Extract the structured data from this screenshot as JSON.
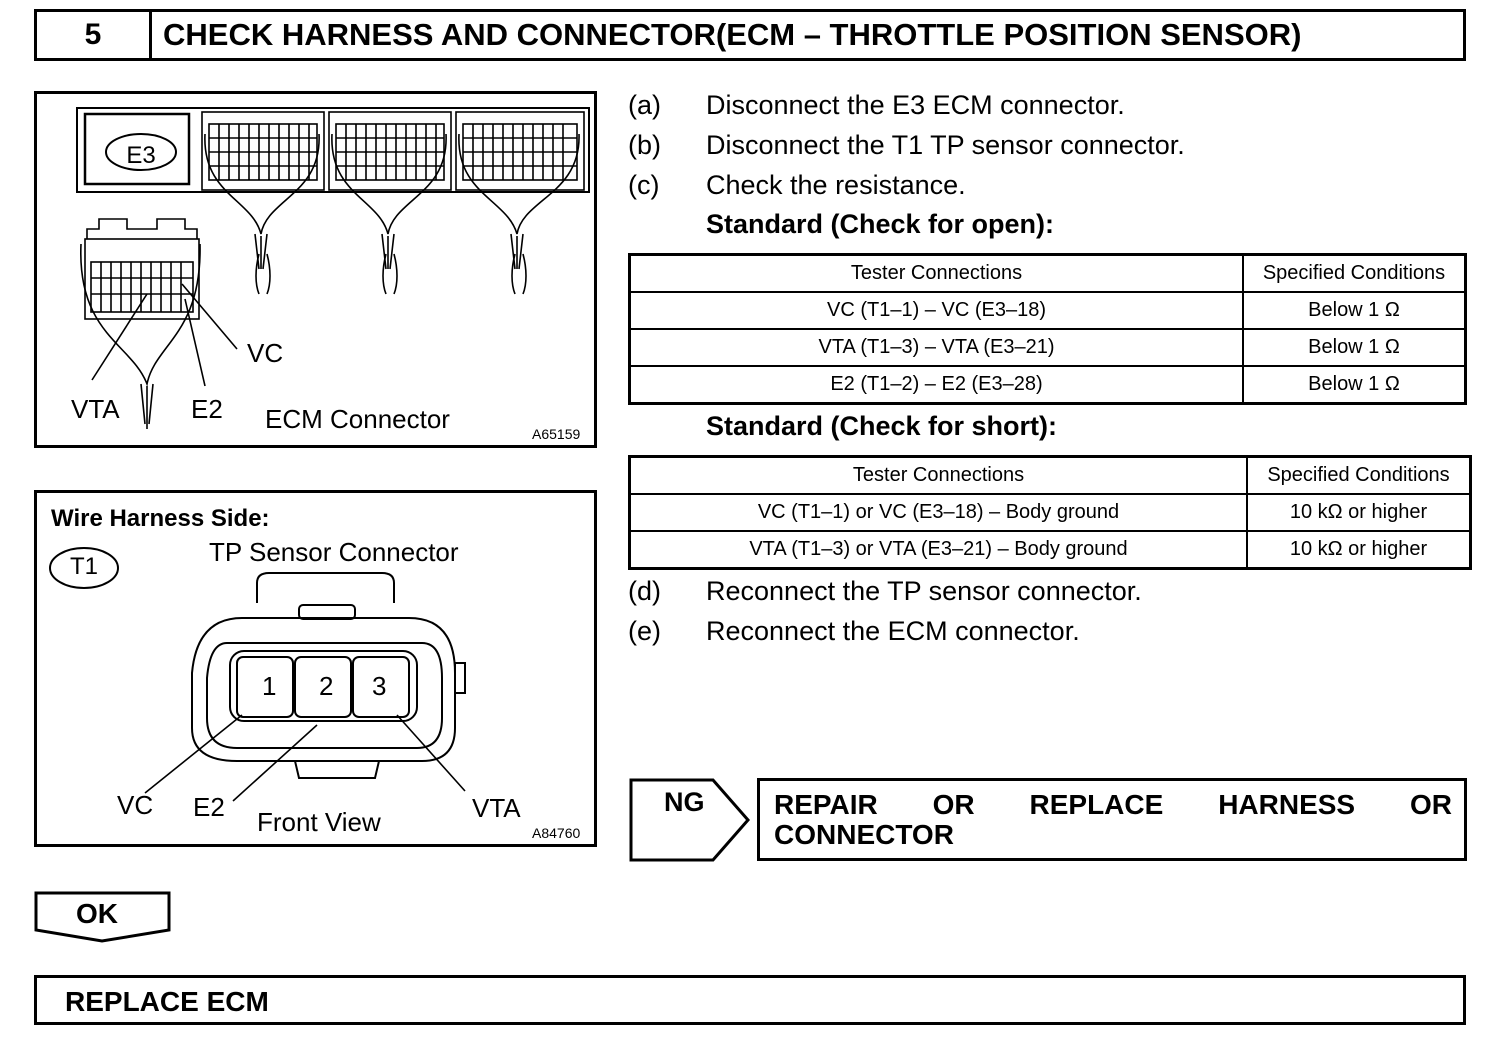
{
  "header": {
    "number": "5",
    "title": "CHECK HARNESS AND CONNECTOR(ECM – THROTTLE POSITION SENSOR)"
  },
  "figure1": {
    "connector_id": "E3",
    "label_vc": "VC",
    "label_vta": "VTA",
    "label_e2": "E2",
    "caption": "ECM Connector",
    "code": "A65159"
  },
  "figure2": {
    "heading": "Wire Harness Side:",
    "connector_id": "T1",
    "title": "TP Sensor Connector",
    "pins": [
      "1",
      "2",
      "3"
    ],
    "label_vc": "VC",
    "label_e2": "E2",
    "label_vta": "VTA",
    "caption": "Front View",
    "code": "A84760"
  },
  "steps": [
    {
      "label": "(a)",
      "text": "Disconnect the E3 ECM connector."
    },
    {
      "label": "(b)",
      "text": "Disconnect the T1 TP sensor connector."
    },
    {
      "label": "(c)",
      "text": "Check the resistance."
    },
    {
      "label": "(d)",
      "text": "Reconnect the TP sensor connector."
    },
    {
      "label": "(e)",
      "text": "Reconnect the ECM connector."
    }
  ],
  "open_check": {
    "heading": "Standard (Check for open):",
    "columns": [
      "Tester Connections",
      "Specified Conditions"
    ],
    "rows": [
      [
        "VC (T1–1) – VC (E3–18)",
        "Below 1 Ω"
      ],
      [
        "VTA (T1–3) – VTA (E3–21)",
        "Below 1 Ω"
      ],
      [
        "E2 (T1–2) – E2 (E3–28)",
        "Below 1 Ω"
      ]
    ]
  },
  "short_check": {
    "heading": "Standard (Check for short):",
    "columns": [
      "Tester Connections",
      "Specified Conditions"
    ],
    "rows": [
      [
        "VC (T1–1) or VC (E3–18) – Body ground",
        "10 kΩ or higher"
      ],
      [
        "VTA (T1–3) or VTA (E3–21) – Body ground",
        "10 kΩ or higher"
      ]
    ]
  },
  "ng": {
    "label": "NG",
    "action_words": [
      "REPAIR",
      "OR",
      "REPLACE",
      "HARNESS",
      "OR"
    ],
    "action_line2": "CONNECTOR"
  },
  "ok": {
    "label": "OK"
  },
  "final": {
    "text": "REPLACE ECM"
  }
}
